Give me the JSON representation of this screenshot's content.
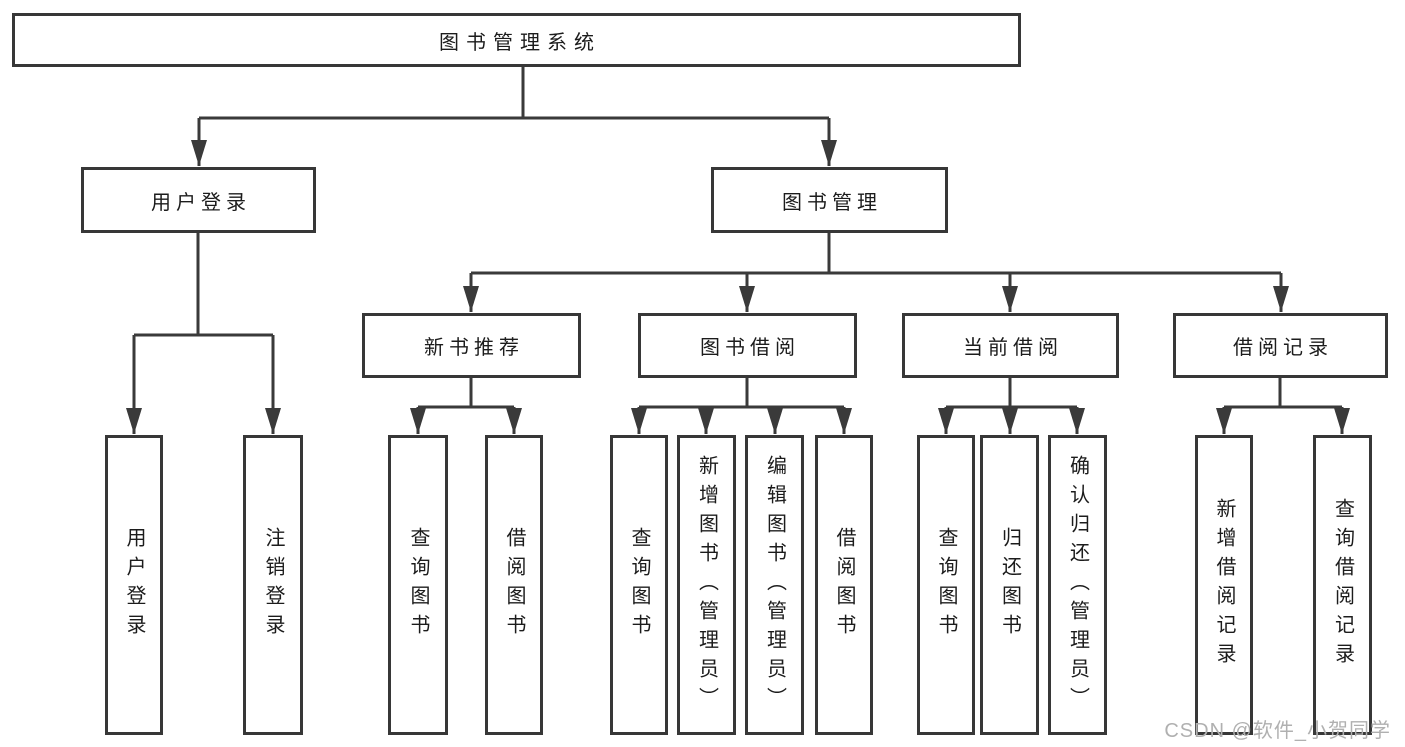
{
  "diagram": {
    "title_note": "functional structure chart",
    "root": {
      "label": "图书管理系统"
    },
    "branches": [
      {
        "label": "用户登录",
        "children": [
          {
            "label": "用户登录"
          },
          {
            "label": "注销登录"
          }
        ]
      },
      {
        "label": "图书管理",
        "children": [
          {
            "label": "新书推荐",
            "children": [
              {
                "label": "查询图书"
              },
              {
                "label": "借阅图书"
              }
            ]
          },
          {
            "label": "图书借阅",
            "children": [
              {
                "label": "查询图书"
              },
              {
                "label": "新增图书（管理员）"
              },
              {
                "label": "编辑图书（管理员）"
              },
              {
                "label": "借阅图书"
              }
            ]
          },
          {
            "label": "当前借阅",
            "children": [
              {
                "label": "查询图书"
              },
              {
                "label": "归还图书"
              },
              {
                "label": "确认归还（管理员）"
              }
            ]
          },
          {
            "label": "借阅记录",
            "children": [
              {
                "label": "新增借阅记录"
              },
              {
                "label": "查询借阅记录"
              }
            ]
          }
        ]
      }
    ]
  },
  "colors": {
    "line": "#3a3a3a",
    "box_border": "#373737",
    "text": "#1c1c1c",
    "watermark": "#b0b0b0",
    "background": "#ffffff"
  },
  "watermark": {
    "text": "CSDN @软件_小贺同学"
  }
}
